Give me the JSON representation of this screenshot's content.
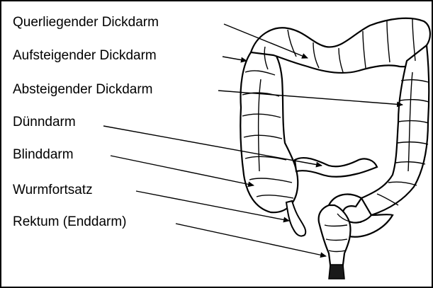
{
  "diagram": {
    "labels": [
      {
        "id": "transverse",
        "text": "Querliegender Dickdarm"
      },
      {
        "id": "ascending",
        "text": "Aufsteigender Dickdarm"
      },
      {
        "id": "descending",
        "text": "Absteigender Dickdarm"
      },
      {
        "id": "small_intestine",
        "text": "Dünndarm"
      },
      {
        "id": "cecum",
        "text": "Blinddarm"
      },
      {
        "id": "appendix",
        "text": "Wurmfortsatz"
      },
      {
        "id": "rectum",
        "text": "Rektum (Enddarm)"
      }
    ]
  }
}
